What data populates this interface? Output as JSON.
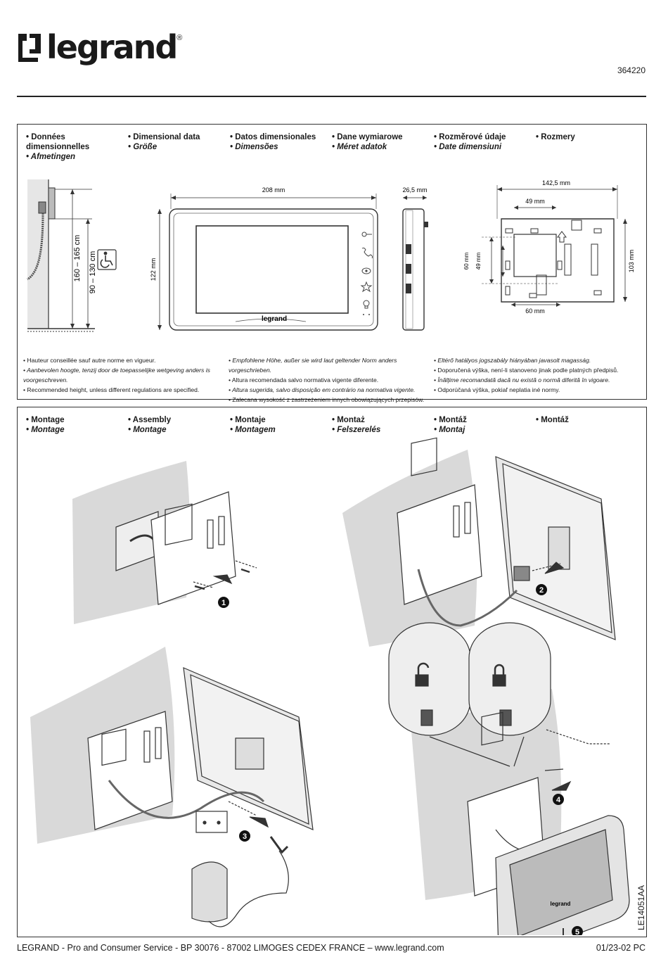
{
  "header": {
    "brand": "legrand",
    "registered": "®",
    "reference": "364220"
  },
  "dimensions_section": {
    "titles": [
      {
        "main": "• Données dimensionnelles",
        "sub": "• Afmetingen"
      },
      {
        "main": "• Dimensional data",
        "sub": "• Größe"
      },
      {
        "main": "• Datos dimensionales",
        "sub": "• Dimensões"
      },
      {
        "main": "• Dane wymiarowe",
        "sub": "• Méret adatok"
      },
      {
        "main": "• Rozměrové údaje",
        "sub": "• Date dimensiuni"
      },
      {
        "main": "• Rozmery",
        "sub": ""
      }
    ],
    "height_range_1": "160 – 165 cm",
    "height_range_2": "90 – 130 cm",
    "front_width": "208 mm",
    "front_height": "122 mm",
    "front_brand": "legrand",
    "depth": "26,5 mm",
    "plate_width": "142,5 mm",
    "plate_box_width": "49 mm",
    "plate_box_height": "49 mm",
    "plate_hole_height": "60 mm",
    "plate_hole_width": "60 mm",
    "plate_height": "103 mm",
    "notes_col1": [
      {
        "text": "Hauteur conseillée sauf autre norme en vigueur.",
        "italic": false
      },
      {
        "text": "Aanbevolen hoogte, tenzij door de toepasselijke wetgeving anders is voorgeschreven.",
        "italic": true
      },
      {
        "text": "Recommended height, unless different regulations are specified.",
        "italic": false
      }
    ],
    "notes_col2": [
      {
        "text": "Empfohlene Höhe, außer sie wird laut geltender Norm anders vorgeschrieben.",
        "italic": true
      },
      {
        "text": "Altura recomendada salvo normativa vigente diferente.",
        "italic": false
      },
      {
        "text": "Altura sugerida, salvo disposição em contrário na normativa vigente.",
        "italic": true
      },
      {
        "text": "Zalecana wysokość z zastrzeżeniem innych obowiązujących przepisów.",
        "italic": false
      }
    ],
    "notes_col3": [
      {
        "text": "Eltérő hatályos jogszabály hiányában javasolt magasság.",
        "italic": true
      },
      {
        "text": "Doporučená výška, není-li stanoveno jinak podle platných předpisů.",
        "italic": false
      },
      {
        "text": "Înălţime recomandată dacă nu există o normă diferită în vigoare.",
        "italic": true
      },
      {
        "text": "Odporúčaná výška, pokiaľ neplatia iné normy.",
        "italic": false
      }
    ]
  },
  "assembly_section": {
    "titles": [
      {
        "main": "• Montage",
        "sub": "• Montage"
      },
      {
        "main": "• Assembly",
        "sub": "• Montage"
      },
      {
        "main": "• Montaje",
        "sub": "• Montagem"
      },
      {
        "main": "• Montaż",
        "sub": "• Felszerelés"
      },
      {
        "main": "• Montáž",
        "sub": "• Montaj"
      },
      {
        "main": "• Montáž",
        "sub": ""
      }
    ],
    "steps": [
      "1",
      "2",
      "3",
      "4",
      "5"
    ],
    "device_brand": "legrand"
  },
  "footer": {
    "address": "LEGRAND - Pro and Consumer Service - BP 30076 - 87002 LIMOGES CEDEX FRANCE – www.legrand.com",
    "date_code": "01/23-02 PC",
    "doc_code": "LE14051AA"
  }
}
